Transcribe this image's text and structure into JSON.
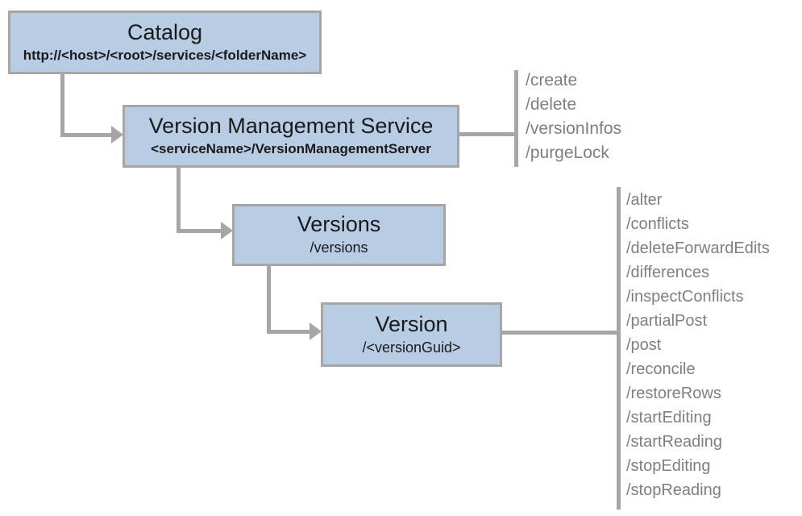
{
  "diagram": {
    "nodes": {
      "catalog": {
        "title": "Catalog",
        "subtitle": "http://<host>/<root>/services/<folderName>"
      },
      "vms": {
        "title": "Version Management Service",
        "subtitle": "<serviceName>/VersionManagementServer"
      },
      "versions": {
        "title": "Versions",
        "subtitle": "/versions"
      },
      "version": {
        "title": "Version",
        "subtitle": "/<versionGuid>"
      }
    },
    "vms_operations": [
      "/create",
      "/delete",
      "/versionInfos",
      "/purgeLock"
    ],
    "version_operations": [
      "/alter",
      "/conflicts",
      "/deleteForwardEdits",
      "/differences",
      "/inspectConflicts",
      "/partialPost",
      "/post",
      "/reconcile",
      "/restoreRows",
      "/startEditing",
      "/startReading",
      "/stopEditing",
      "/stopReading"
    ],
    "icons": {
      "arrow_right": "css-triangle-right"
    },
    "colors": {
      "node_fill": "#b8cce4",
      "node_border": "#a6a6a6",
      "connector": "#a6a6a6",
      "node_text": "#1a1a1a",
      "operations_text": "#7f7f7f",
      "background": "#ffffff"
    }
  }
}
